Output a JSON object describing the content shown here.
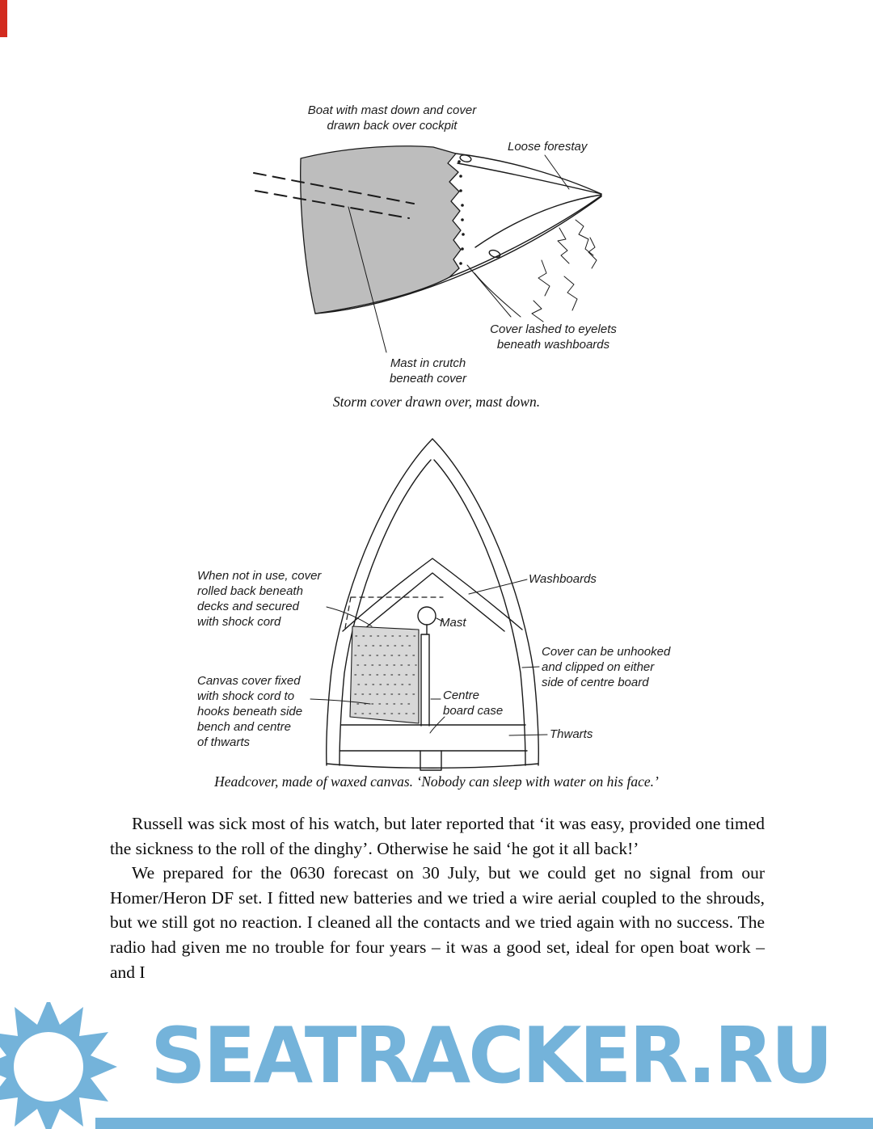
{
  "figure1": {
    "title_label": "Boat with mast down and cover\ndrawn back over cockpit",
    "forestay_label": "Loose forestay",
    "eyelets_label": "Cover lashed to eyelets\nbeneath washboards",
    "mast_label": "Mast in crutch\nbeneath cover",
    "caption": "Storm cover drawn over, mast down."
  },
  "figure2": {
    "rolled_label": "When not in use, cover\nrolled back beneath\ndecks and secured\nwith shock cord",
    "washboards_label": "Washboards",
    "mast_label": "Mast",
    "unhooked_label": "Cover can be unhooked\nand clipped on either\nside of centre board",
    "canvas_label": "Canvas cover fixed\nwith shock cord to\nhooks beneath side\nbench and centre\nof thwarts",
    "centreboard_label": "Centre\nboard case",
    "thwarts_label": "Thwarts",
    "caption": "Headcover, made of waxed canvas. ‘Nobody can sleep with water on his face.’"
  },
  "body": {
    "paragraphs": [
      "Russell was sick most of his watch, but later reported that ‘it was easy, provided one timed the sickness to the roll of the dinghy’. Otherwise he said ‘he got it all back!’",
      "We prepared for the 0630 forecast on 30 July, but we could get no signal from our Homer/Heron DF set. I fitted new batteries and we tried a wire aerial coupled to the shrouds, but we still got no reaction. I cleaned all the contacts and we tried again with no success. The radio had given me no trouble for four years – it was a good set, ideal for open boat work – and I"
    ]
  },
  "watermark": {
    "text": "SEATRACKER.RU",
    "color": "#74b3da"
  }
}
